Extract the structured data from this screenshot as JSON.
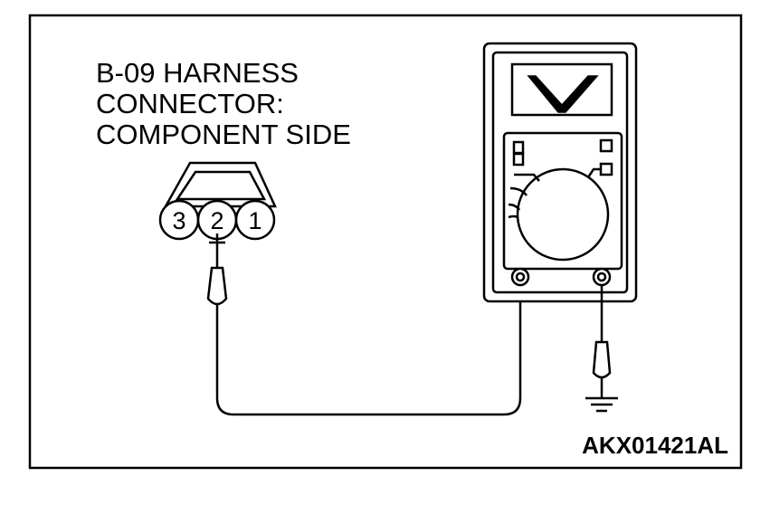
{
  "connector_label": {
    "line1": "B-09 HARNESS",
    "line2": "CONNECTOR:",
    "line3": "COMPONENT SIDE"
  },
  "connector_pins": [
    "3",
    "2",
    "1"
  ],
  "meter_display_symbol": "V",
  "figure_code": "AKX01421AL",
  "colors": {
    "line": "#000000",
    "background": "#ffffff"
  }
}
